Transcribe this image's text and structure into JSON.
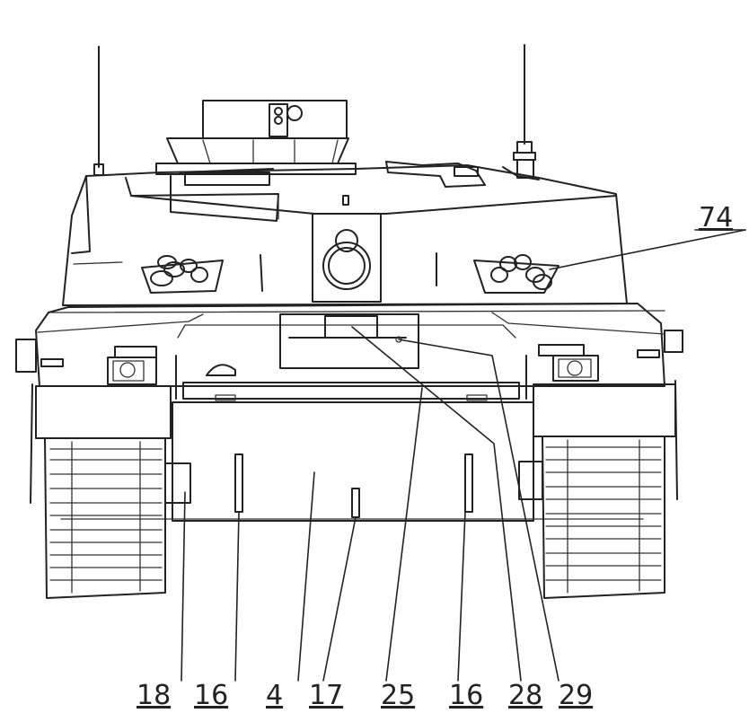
{
  "references": {
    "r74": "74",
    "r18": "18",
    "r16a": "16",
    "r4": "4",
    "r17": "17",
    "r25": "25",
    "r16b": "16",
    "r28": "28",
    "r29": "29"
  },
  "colors": {
    "ink": "#222222",
    "paper": "#ffffff"
  }
}
